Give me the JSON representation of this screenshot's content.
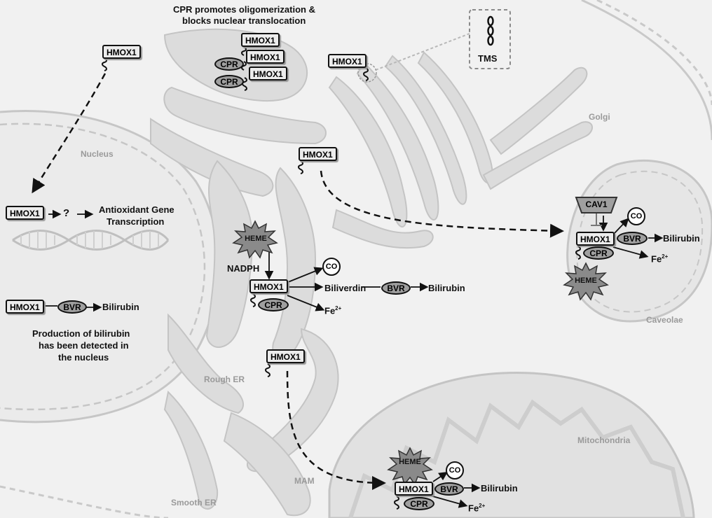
{
  "colors": {
    "background": "#f1f1f1",
    "organelle_fill": "#dcdcdc",
    "organelle_stroke": "#c4c4c4",
    "enzyme_fill": "#9f9f9f",
    "heme_fill": "#8a8a8a",
    "organelle_label": "#9a9a9a"
  },
  "header": {
    "line1": "CPR promotes oligomerization &",
    "line2": "blocks nuclear translocation"
  },
  "tms_label": "TMS",
  "organelles": {
    "nucleus": "Nucleus",
    "golgi": "Golgi",
    "caveolae": "Caveolae",
    "rough_er": "Rough ER",
    "smooth_er": "Smooth ER",
    "mam": "MAM",
    "mitochondria": "Mitochondria"
  },
  "nucleus": {
    "hmox1": "HMOX1",
    "question": "?",
    "antiox_line1": "Antioxidant Gene",
    "antiox_line2": "Transcription",
    "hmox1_b": "HMOX1",
    "bvr": "BVR",
    "bilirubin": "Bilirubin",
    "note_line1": "Production of bilirubin",
    "note_line2": "has been detected in",
    "note_line3": "the nucleus"
  },
  "er": {
    "hmox1_top": "HMOX1",
    "stack_hmox1_1": "HMOX1",
    "stack_hmox1_2": "HMOX1",
    "stack_hmox1_3": "HMOX1",
    "cpr1": "CPR",
    "cpr2": "CPR",
    "hmox1_tms": "HMOX1",
    "hmox1_golgi": "HMOX1",
    "heme": "HEME",
    "nadph": "NADPH",
    "hmox1_center": "HMOX1",
    "cpr": "CPR",
    "co": "CO",
    "biliverdin": "Biliverdin",
    "bvr": "BVR",
    "bilirubin": "Bilirubin",
    "fe": "Fe",
    "fe_sup": "2+",
    "hmox1_lower": "HMOX1"
  },
  "caveolae": {
    "cav1": "CAV1",
    "co": "CO",
    "hmox1": "HMOX1",
    "bvr": "BVR",
    "bilirubin": "Bilirubin",
    "cpr": "CPR",
    "fe": "Fe",
    "fe_sup": "2+",
    "heme": "HEME"
  },
  "mito": {
    "heme": "HEME",
    "co": "CO",
    "hmox1": "HMOX1",
    "bvr": "BVR",
    "bilirubin": "Bilirubin",
    "cpr": "CPR",
    "fe": "Fe",
    "fe_sup": "2+"
  }
}
